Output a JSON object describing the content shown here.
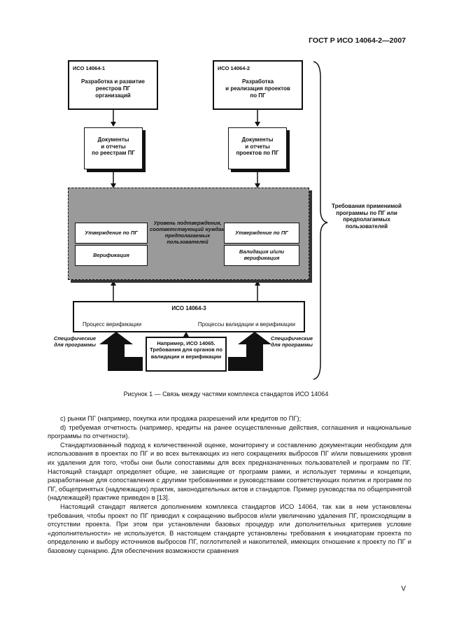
{
  "header": {
    "doc_code": "ГОСТ Р ИСО 14064-2—2007"
  },
  "figure": {
    "box1": {
      "title": "ИСО 14064-1",
      "text": [
        "Разработка и развитие",
        "реестров ПГ",
        "организаций"
      ]
    },
    "box2": {
      "title": "ИСО 14064-2",
      "text": [
        "Разработка",
        "и реализация проектов",
        "по ПГ"
      ]
    },
    "doc1": {
      "text": [
        "Документы",
        "и отчеты",
        "по реестрам ПГ"
      ]
    },
    "doc2": {
      "text": [
        "Документы",
        "и отчеты",
        "проектов по ПГ"
      ]
    },
    "left_top": "Утверждение по ПГ",
    "left_bottom": "Верификация",
    "middle": "Уровень подтверждения, соответствующий нуждам предполагаемых пользователей",
    "right_top": "Утверждение по ПГ",
    "right_bottom": "Валидация и/или верификация",
    "box3": {
      "title": "ИСО 14064-3",
      "left": "Процесс верификации",
      "right": "Процессы валидации и верификации"
    },
    "side_left": "Специфические для программы",
    "side_right": "Специфические для программы",
    "center_box": "Например, ИСО 14065. Требования для органов по валидации и верификации",
    "bracket": "Требования применимой программы по ПГ или предполагаемых пользователей"
  },
  "caption": "Рисунок 1 — Связь между частями комплекса стандартов ИСО 14064",
  "body": {
    "item_c": "c) рынки ПГ (например, покупка или продажа разрешений или кредитов по ПГ);",
    "item_d": "d) требуемая отчетность (например, кредиты на ранее осуществленные действия, соглашения и национальные программы по отчетности).",
    "para1": "Стандартизованный подход к количественной оценке, мониторингу и составлению документации необходим для использования в проектах по ПГ и во всех вытекающих из него сокращениях выбросов ПГ и/или повышениях уровня их удаления для того, чтобы они были сопоставимы для всех предназначенных пользователей и программ по ПГ. Настоящий стандарт определяет общие, не зависящие от программ рамки, и использует термины и концепции, разработанные для сопоставления с другими требованиями и руководствами соответствующих политик и программ по ПГ, общепринятых (надлежащих) практик, законодательных актов и стандартов. Пример руководства по общепринятой (надлежащей) практике приведен в [13].",
    "para2": "Настоящий стандарт является дополнением комплекса стандартов ИСО 14064, так как в нем установлены требования, чтобы проект по ПГ приводил к сокращению выбросов и/или увеличению удаления ПГ, происходящим в отсутствии проекта. При этом при установлении базовых процедур или дополнительных критериев условие «дополнительности» не используется. В настоящем стандарте установлены требования к инициаторам проекта по определению и выбору источников выбросов ПГ, поглотителей и накопителей, имеющих отношение к проекту по ПГ и базовому сценарию. Для обеспечения возможности сравнения"
  },
  "page_number": "V"
}
